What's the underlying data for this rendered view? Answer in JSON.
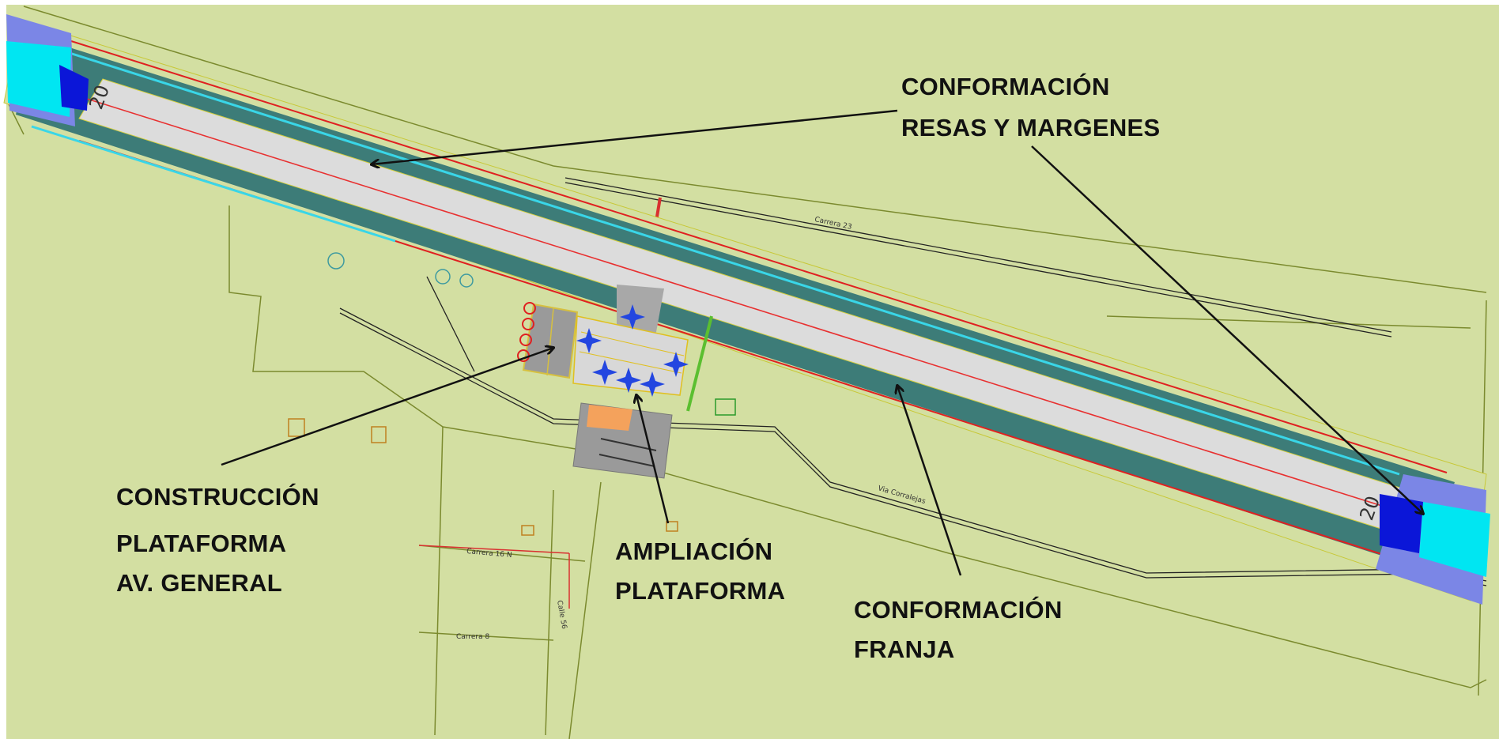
{
  "colors": {
    "background": "#d3dfa2",
    "runway_shoulder": "#3d7c78",
    "runway_core": "#dcdcdc",
    "runway_edge_red": "#e02020",
    "runway_center_red": "#e83030",
    "cyan_line": "#39d6e8",
    "end_safety_area": "#7b86e6",
    "end_cyan": "#00e6f2",
    "end_blue": "#0b16d8",
    "apron_grey": "#9a9a9a",
    "terminal_orange": "#f4a25c",
    "aircraft_blue": "#2346e0",
    "boundary_olive": "#7b8a2e",
    "text": "#111111"
  },
  "runway": {
    "threshold_west_label": "20",
    "threshold_east_label": "20"
  },
  "callouts": {
    "resas": {
      "line1": "CONFORMACIÓN",
      "line2": "RESAS Y MARGENES"
    },
    "plataforma_general": {
      "line1": "CONSTRUCCIÓN",
      "line2": "PLATAFORMA",
      "line3": "AV. GENERAL"
    },
    "ampliacion": {
      "line1": "AMPLIACIÓN",
      "line2": "PLATAFORMA"
    },
    "franja": {
      "line1": "CONFORMACIÓN",
      "line2": "FRANJA"
    }
  },
  "road_labels": {
    "calle_23": "Carrera 23",
    "calle_16": "Carrera 16 N",
    "calle_8": "Carrera 8",
    "calle_56": "Calle 56",
    "via": "Via Corralejas"
  }
}
